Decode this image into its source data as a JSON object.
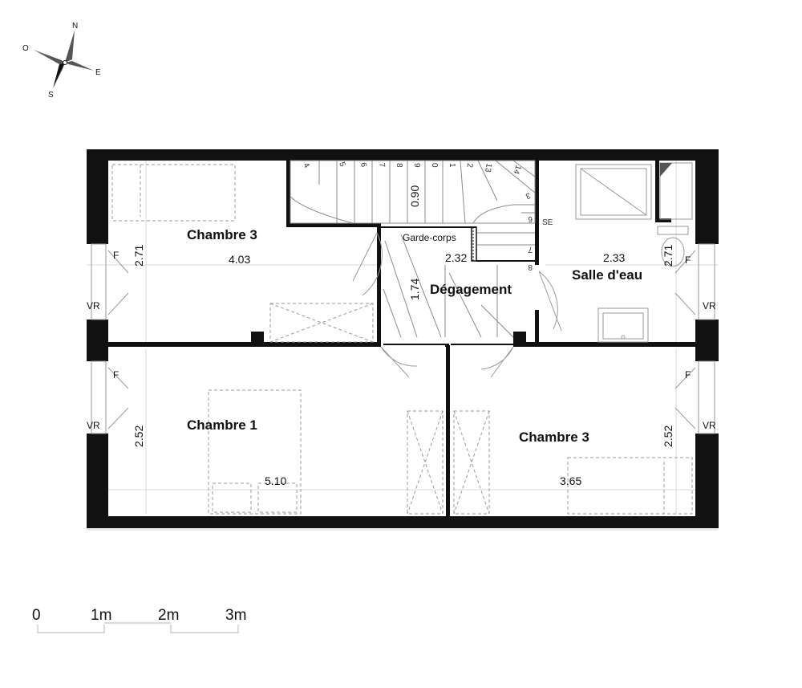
{
  "compass": {
    "north": "N",
    "south": "S",
    "east": "E",
    "west": "O"
  },
  "rooms": {
    "chambre3_top": {
      "name": "Chambre 3",
      "width": "4.03",
      "depth": "2.71"
    },
    "degagement": {
      "name": "Dégagement",
      "width": "2.32",
      "depth": "1.74",
      "railing": "Garde-corps"
    },
    "salle_eau": {
      "name": "Salle d'eau",
      "width": "2.33",
      "depth": "2.71"
    },
    "chambre1": {
      "name": "Chambre 1",
      "width": "5.10",
      "depth": "2.52"
    },
    "chambre3_bottom": {
      "name": "Chambre 3",
      "width": "3.65",
      "depth": "2.52"
    }
  },
  "stair": {
    "width": "0.90",
    "marker": "SE",
    "steps": [
      "4",
      "5",
      "6",
      "7",
      "8",
      "9",
      "0",
      "1",
      "2",
      "13",
      "14",
      "3",
      "6",
      "7",
      "8"
    ]
  },
  "window_labels": {
    "fixed": "F",
    "shutter": "VR"
  },
  "scale_bar": {
    "labels": [
      "0",
      "1m",
      "2m",
      "3m"
    ]
  }
}
